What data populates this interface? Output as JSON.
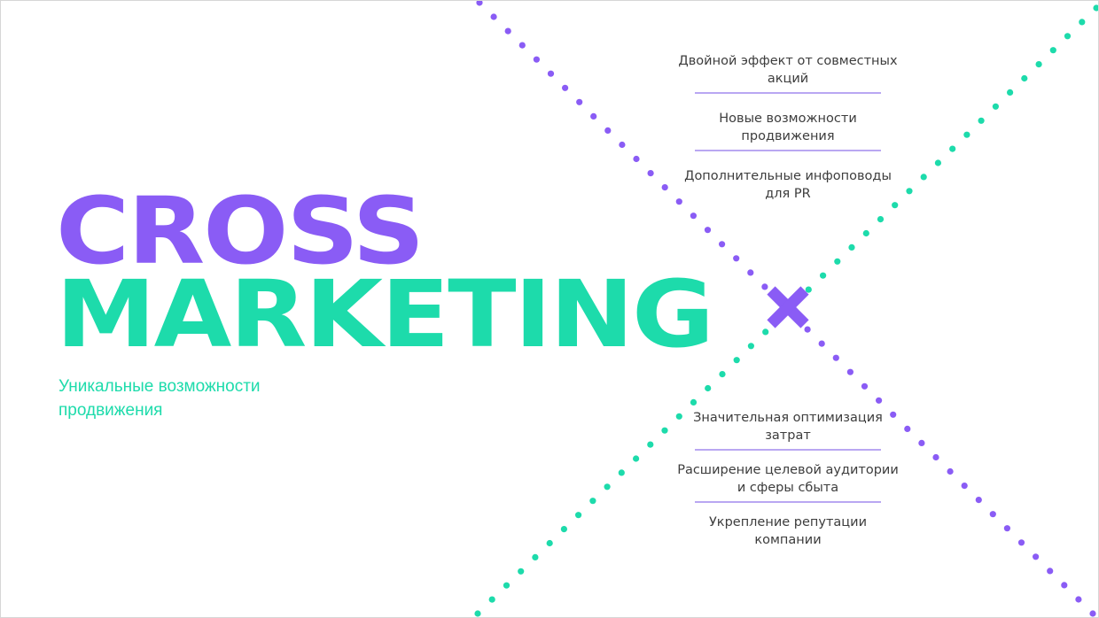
{
  "title": {
    "line1": "CROSS",
    "line2": "MARKETING"
  },
  "subtitle": "Уникальные возможности продвижения",
  "benefits_top": [
    "Двойной эффект от  совместных акций",
    "Новые возможности продвижения",
    "Дополнительные инфоповоды для PR"
  ],
  "benefits_bottom": [
    "Значительная оптимизация затрат",
    "Расширение целевой аудитории и сферы сбыта",
    "Укрепление репутации компании"
  ],
  "colors": {
    "purple": "#8a5cf5",
    "teal": "#1ddbab",
    "divider": "#b9a7f2",
    "text": "#3d3d3d"
  },
  "icons": {
    "center_mark": "x-cross-icon"
  }
}
